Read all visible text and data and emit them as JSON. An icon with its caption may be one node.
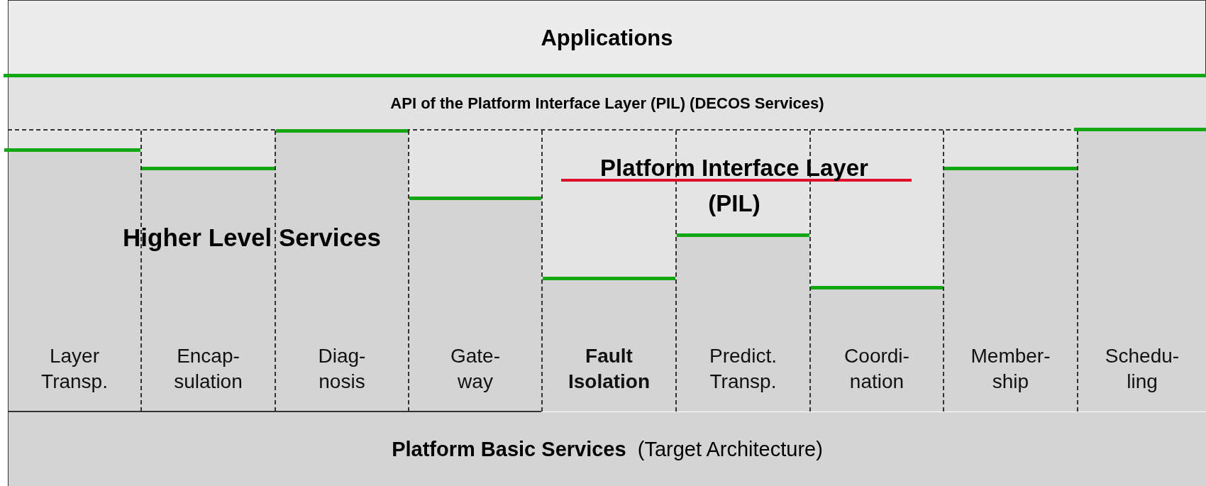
{
  "diagram": {
    "nodes": [
      {
        "text": [
          "Applications"
        ]
      },
      {
        "text": [
          "API of the Platform Interface Layer (PIL) (DECOS Services)"
        ]
      },
      {
        "text": [
          "Layer Transp."
        ]
      },
      {
        "text": [
          "Encap- sulation"
        ]
      },
      {
        "text": [
          "Diag- nosis"
        ]
      },
      {
        "text": [
          "Gate- way"
        ]
      },
      {
        "text": [
          "Fault Isolation"
        ]
      },
      {
        "text": [
          "Predict. Transp."
        ]
      },
      {
        "text": [
          "Coordi- nation"
        ]
      },
      {
        "text": [
          "Member- ship"
        ]
      },
      {
        "text": [
          "Schedu- ling"
        ]
      },
      {
        "text": [
          "**Platform Basic Services**  (Target Architecture)"
        ]
      }
    ],
    "labels": [
      "Higher Level Services",
      "Platform Interface Layer (PIL)"
    ]
  }
}
